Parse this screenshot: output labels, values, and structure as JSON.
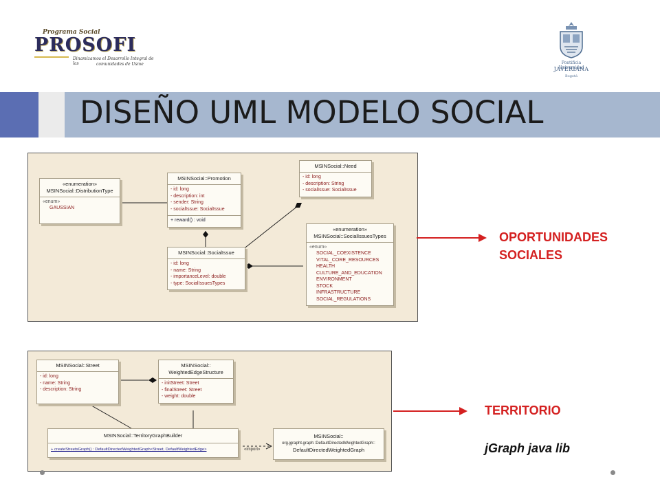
{
  "header": {
    "prosofi_logo": {
      "program": "Programa Social",
      "name": "PROSOFI",
      "tagline_1": "Dinamizamos el Desarrollo Integral de las",
      "tagline_2": "comunidades de Usme"
    },
    "university_logo": {
      "line_1": "Pontificia Universidad",
      "line_2": "JAVERIANA",
      "line_3": "Bogotá"
    }
  },
  "title": "DISEÑO UML MODELO SOCIAL",
  "colors": {
    "title_band": "#a6b7cf",
    "accent_square": "#5b6eb3",
    "arrow_red": "#d42020",
    "label_red": "#d42020",
    "panel_bg": "#f3ead8"
  },
  "diagram_social": {
    "distribution_type": {
      "stereotype": "«enumeration»",
      "name": "MSINSocial::DistributionType",
      "enum_tag": "«enum»",
      "values": [
        "GAUSSIAN"
      ]
    },
    "promotion": {
      "name": "MSINSocial::Promotion",
      "attributes": [
        "-   id:  long",
        "-   description:  int",
        "-   sender:  String",
        "-   socialIssue:  SocialIssue"
      ],
      "operations": [
        "+   reward() : void"
      ]
    },
    "need": {
      "name": "MSINSocial::Need",
      "attributes": [
        "-   id:  long",
        "-   description:  String",
        "-   socialIssue:  SocialIssue"
      ]
    },
    "social_issue": {
      "name": "MSINSocial::SocialIssue",
      "attributes": [
        "-   id:  long",
        "-   name:  String",
        "-   importanceLevel:  double",
        "-   type:  SocialIssuesTypes"
      ]
    },
    "social_issues_types": {
      "stereotype": "«enumeration»",
      "name": "MSINSocial::SocialIssuesTypes",
      "enum_tag": "«enum»",
      "values": [
        "SOCIAL_COEXISTENCE",
        "VITAL_CORE_RESOURCES",
        "HEALTH",
        "CULTURE_AND_EDUCATION",
        "ENVIRONMENT",
        "STOCK",
        "INFRASTRUCTURE",
        "SOCIAL_REGULATIONS"
      ]
    }
  },
  "diagram_territory": {
    "street": {
      "name": "MSINSocial::Street",
      "attributes": [
        "-   id:  long",
        "-   name:  String",
        "-   description:  String"
      ]
    },
    "weighted_edge": {
      "name_1": "MSINSocial::",
      "name_2": "WeightedEdgeStructure",
      "attributes": [
        "-   initStreet:  Street",
        "-   finalStreet:  Street",
        "-   weight:  double"
      ]
    },
    "graph_builder": {
      "name": "MSINSocial::TerritoryGraphBuilder",
      "operations": [
        "+   createStreetsGraph() : DefaultDirectedWeightedGraph<Street, DefaultWeightedEdge>"
      ]
    },
    "default_graph": {
      "name_1": "MSINSocial::",
      "name_2": "org.jgrapht.graph::DefaultDirectedWeightedGraph::",
      "name_3": "DefaultDirectedWeightedGraph"
    },
    "import_label": "«import»"
  },
  "labels": {
    "opportunities_1": "OPORTUNIDADES",
    "opportunities_2": "SOCIALES",
    "territory": "TERRITORIO",
    "library": "jGraph java lib"
  }
}
